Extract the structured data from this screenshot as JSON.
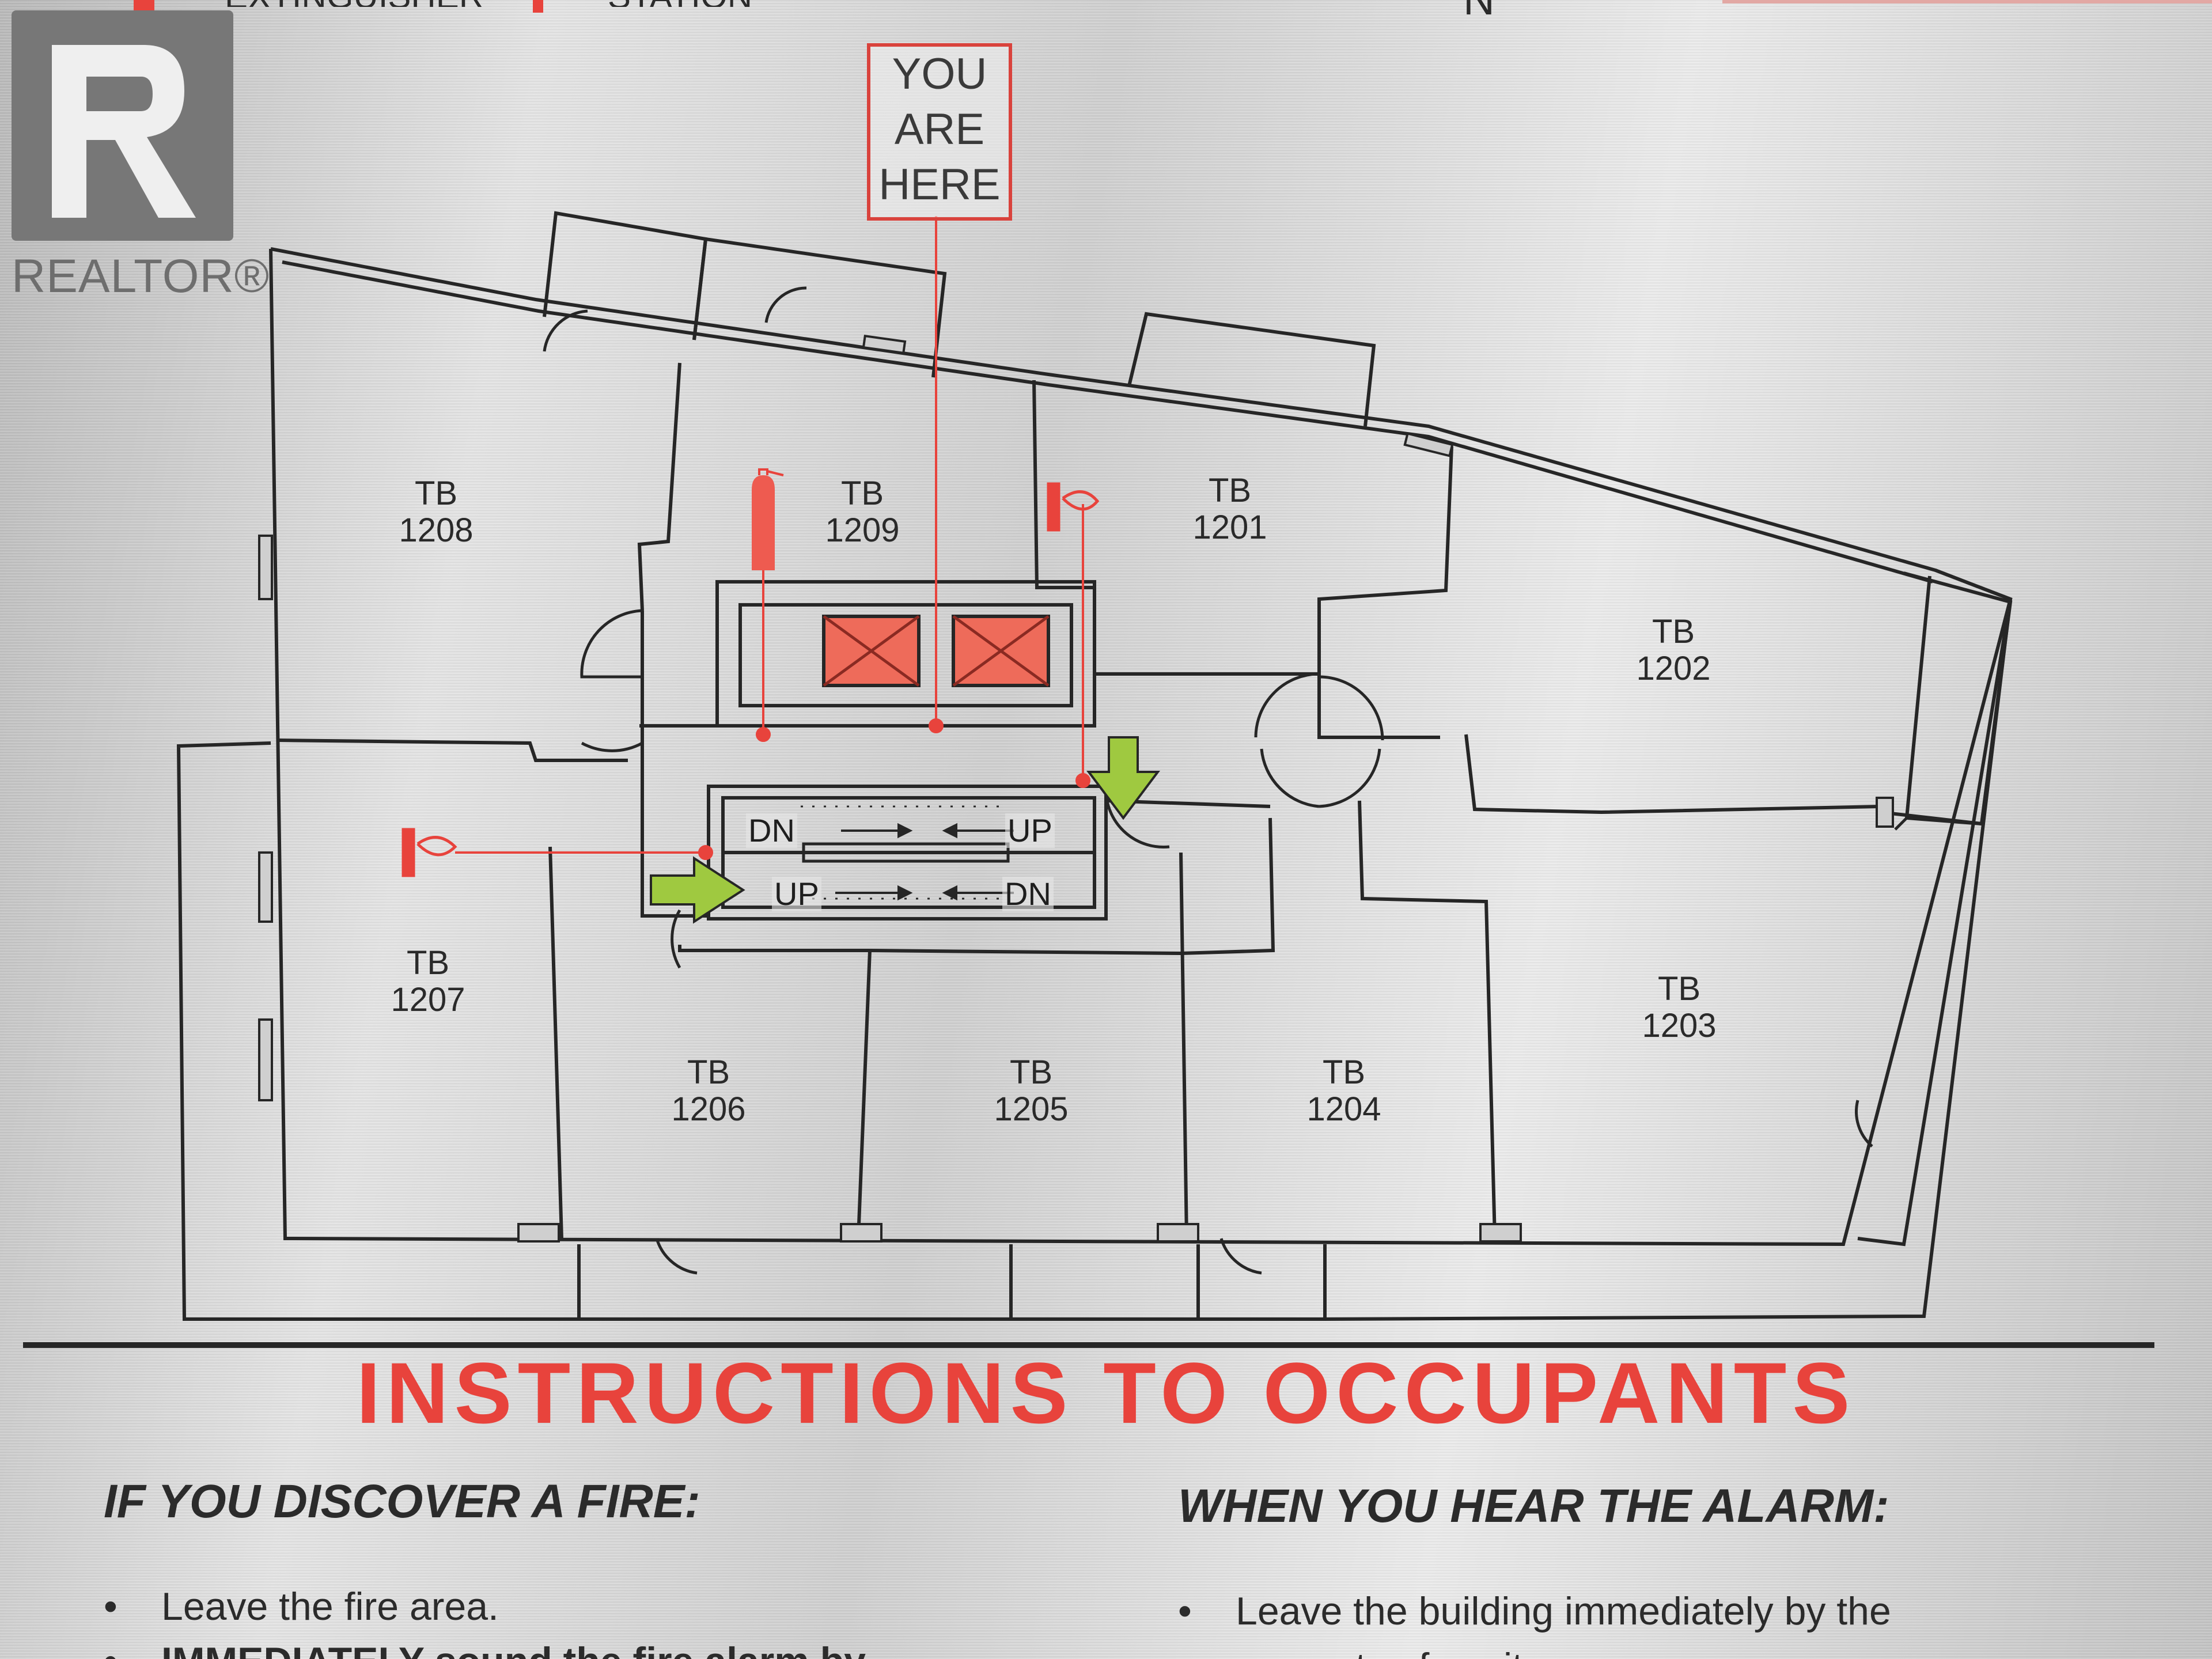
{
  "top_legend": {
    "extinguisher_fragment": "EXTINGUISHER",
    "station_fragment": "STATION",
    "north_fragment": "N"
  },
  "logo": {
    "text": "REALTOR®"
  },
  "marker": {
    "line1": "YOU",
    "line2": "ARE",
    "line3": "HERE"
  },
  "rooms": [
    {
      "id": "1208",
      "prefix": "TB",
      "number": "1208"
    },
    {
      "id": "1209",
      "prefix": "TB",
      "number": "1209"
    },
    {
      "id": "1201",
      "prefix": "TB",
      "number": "1201"
    },
    {
      "id": "1202",
      "prefix": "TB",
      "number": "1202"
    },
    {
      "id": "1207",
      "prefix": "TB",
      "number": "1207"
    },
    {
      "id": "1206",
      "prefix": "TB",
      "number": "1206"
    },
    {
      "id": "1205",
      "prefix": "TB",
      "number": "1205"
    },
    {
      "id": "1204",
      "prefix": "TB",
      "number": "1204"
    },
    {
      "id": "1203",
      "prefix": "TB",
      "number": "1203"
    }
  ],
  "stairs": {
    "top_left": "DN",
    "top_right": "UP",
    "bottom_left": "UP",
    "bottom_right": "DN"
  },
  "colors": {
    "walls": "#262626",
    "accent_red": "#e8433c",
    "elevator_fill": "#ee6b5a",
    "exit_arrow": "#9fc940"
  },
  "instructions": {
    "title": "INSTRUCTIONS TO OCCUPANTS",
    "left_heading": "IF YOU DISCOVER A FIRE:",
    "left_bullets": [
      "Leave the fire area.",
      "IMMEDIATELY sound the fire alarm by"
    ],
    "right_heading": "WHEN YOU HEAR THE ALARM:",
    "right_bullets": [
      "Leave the building immediately by the",
      "nearest safe exit"
    ]
  }
}
